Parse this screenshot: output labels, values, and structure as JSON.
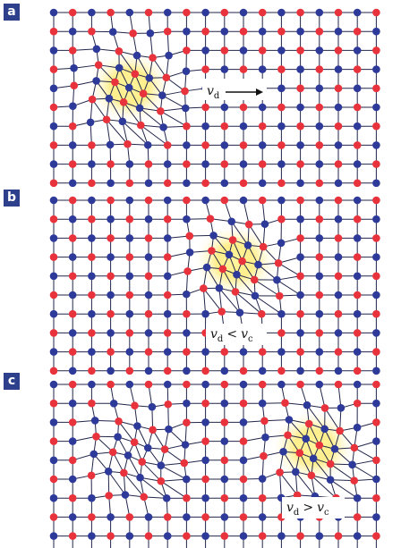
{
  "panels": [
    {
      "label": "a",
      "annotation": {
        "lhs": "v",
        "lhs_sub": "d",
        "op": "→",
        "rhs": "",
        "rhs_sub": ""
      }
    },
    {
      "label": "b",
      "annotation": {
        "lhs": "v",
        "lhs_sub": "d",
        "op": "<",
        "rhs": "v",
        "rhs_sub": "c"
      }
    },
    {
      "label": "c",
      "annotation": {
        "lhs": "v",
        "lhs_sub": "d",
        "op": ">",
        "rhs": "v",
        "rhs_sub": "c"
      }
    }
  ],
  "colors": {
    "atom_red": "#e8323c",
    "atom_blue": "#2e3a9a",
    "bond": "#22264a",
    "glow": "#fff3a0",
    "label_bg": "#2e3f8c"
  }
}
